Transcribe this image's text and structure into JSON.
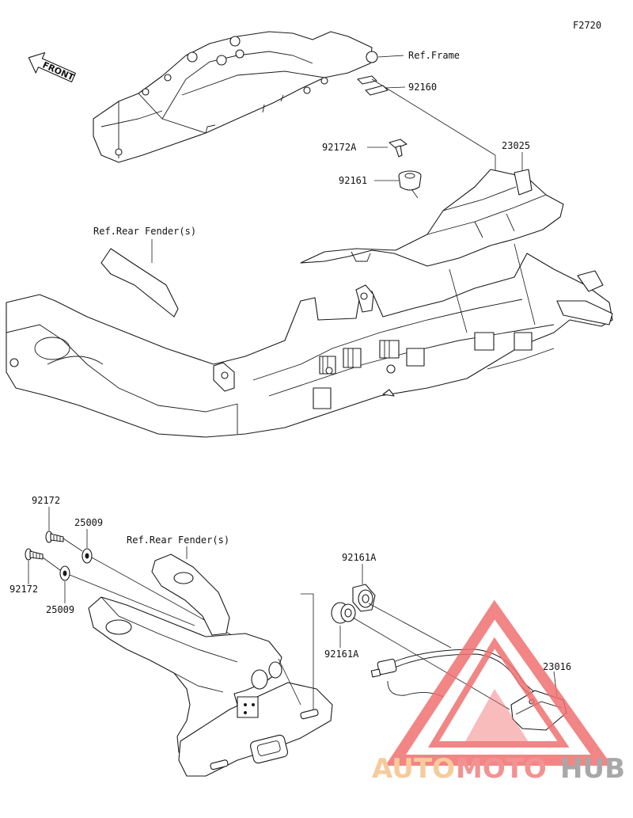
{
  "figure_code": "F2720",
  "front_label": "FRONT",
  "labels": {
    "ref_frame": "Ref.Frame",
    "p92160": "92160",
    "p92172A": "92172A",
    "p23025": "23025",
    "p92161": "92161",
    "ref_rear_fender_top": "Ref.Rear Fender(s)",
    "p92172_top": "92172",
    "p25009_top": "25009",
    "ref_rear_fender_bottom": "Ref.Rear Fender(s)",
    "p92172_bottom": "92172",
    "p25009_bottom": "25009",
    "p92161A_top": "92161A",
    "p92161A_bottom": "92161A",
    "p23016": "23016"
  },
  "watermark": {
    "part1": "AUTO",
    "part2": "MOTO",
    "part3": "HUB",
    "colors": {
      "auto": "#f5c28a",
      "moto": "#f08080",
      "hub": "#9a9a9a",
      "triangle": "#f07070"
    }
  }
}
